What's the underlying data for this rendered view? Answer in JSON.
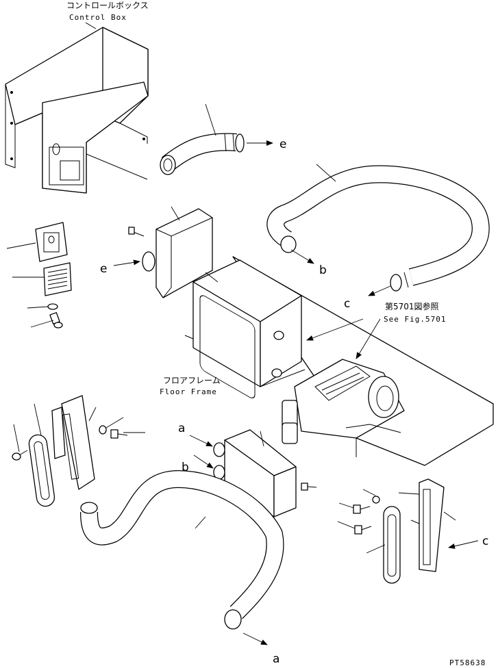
{
  "labels": {
    "control_box_jp": "コントロールボックス",
    "control_box_en": "Control Box",
    "floor_frame_jp": "フロアフレーム",
    "floor_frame_en": "Floor Frame",
    "see_fig_jp": "第5701図参照",
    "see_fig_en": "See Fig.5701",
    "drawing_number": "PT58638"
  },
  "callouts": {
    "e_top": "e",
    "e_left": "e",
    "b_top": "b",
    "c_top": "c",
    "a_mid": "a",
    "b_mid": "b",
    "c_right": "c",
    "a_bottom": "a"
  }
}
